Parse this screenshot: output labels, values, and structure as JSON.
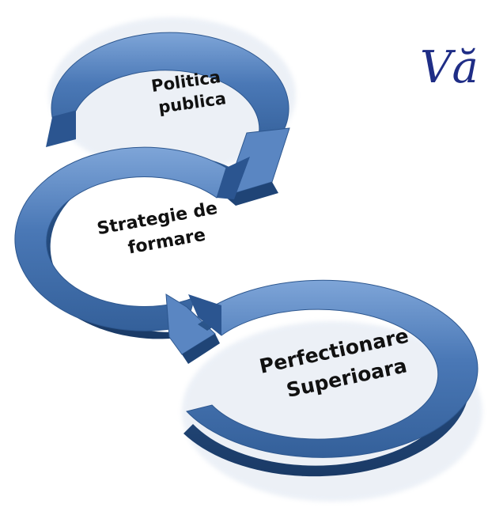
{
  "diagram": {
    "cycles": [
      {
        "label_lines": [
          "Politica",
          "publica"
        ]
      },
      {
        "label_lines": [
          "Strategie de",
          "formare"
        ]
      },
      {
        "label_lines": [
          "Perfectionare",
          "Superioara"
        ]
      }
    ],
    "side_text": "Vă",
    "colors": {
      "ring_face": "#4a78b6",
      "ring_side": "#244a7d",
      "ring_highlight": "#7ea5d8",
      "side_text": "#1f2d86",
      "label": "#111111"
    }
  }
}
